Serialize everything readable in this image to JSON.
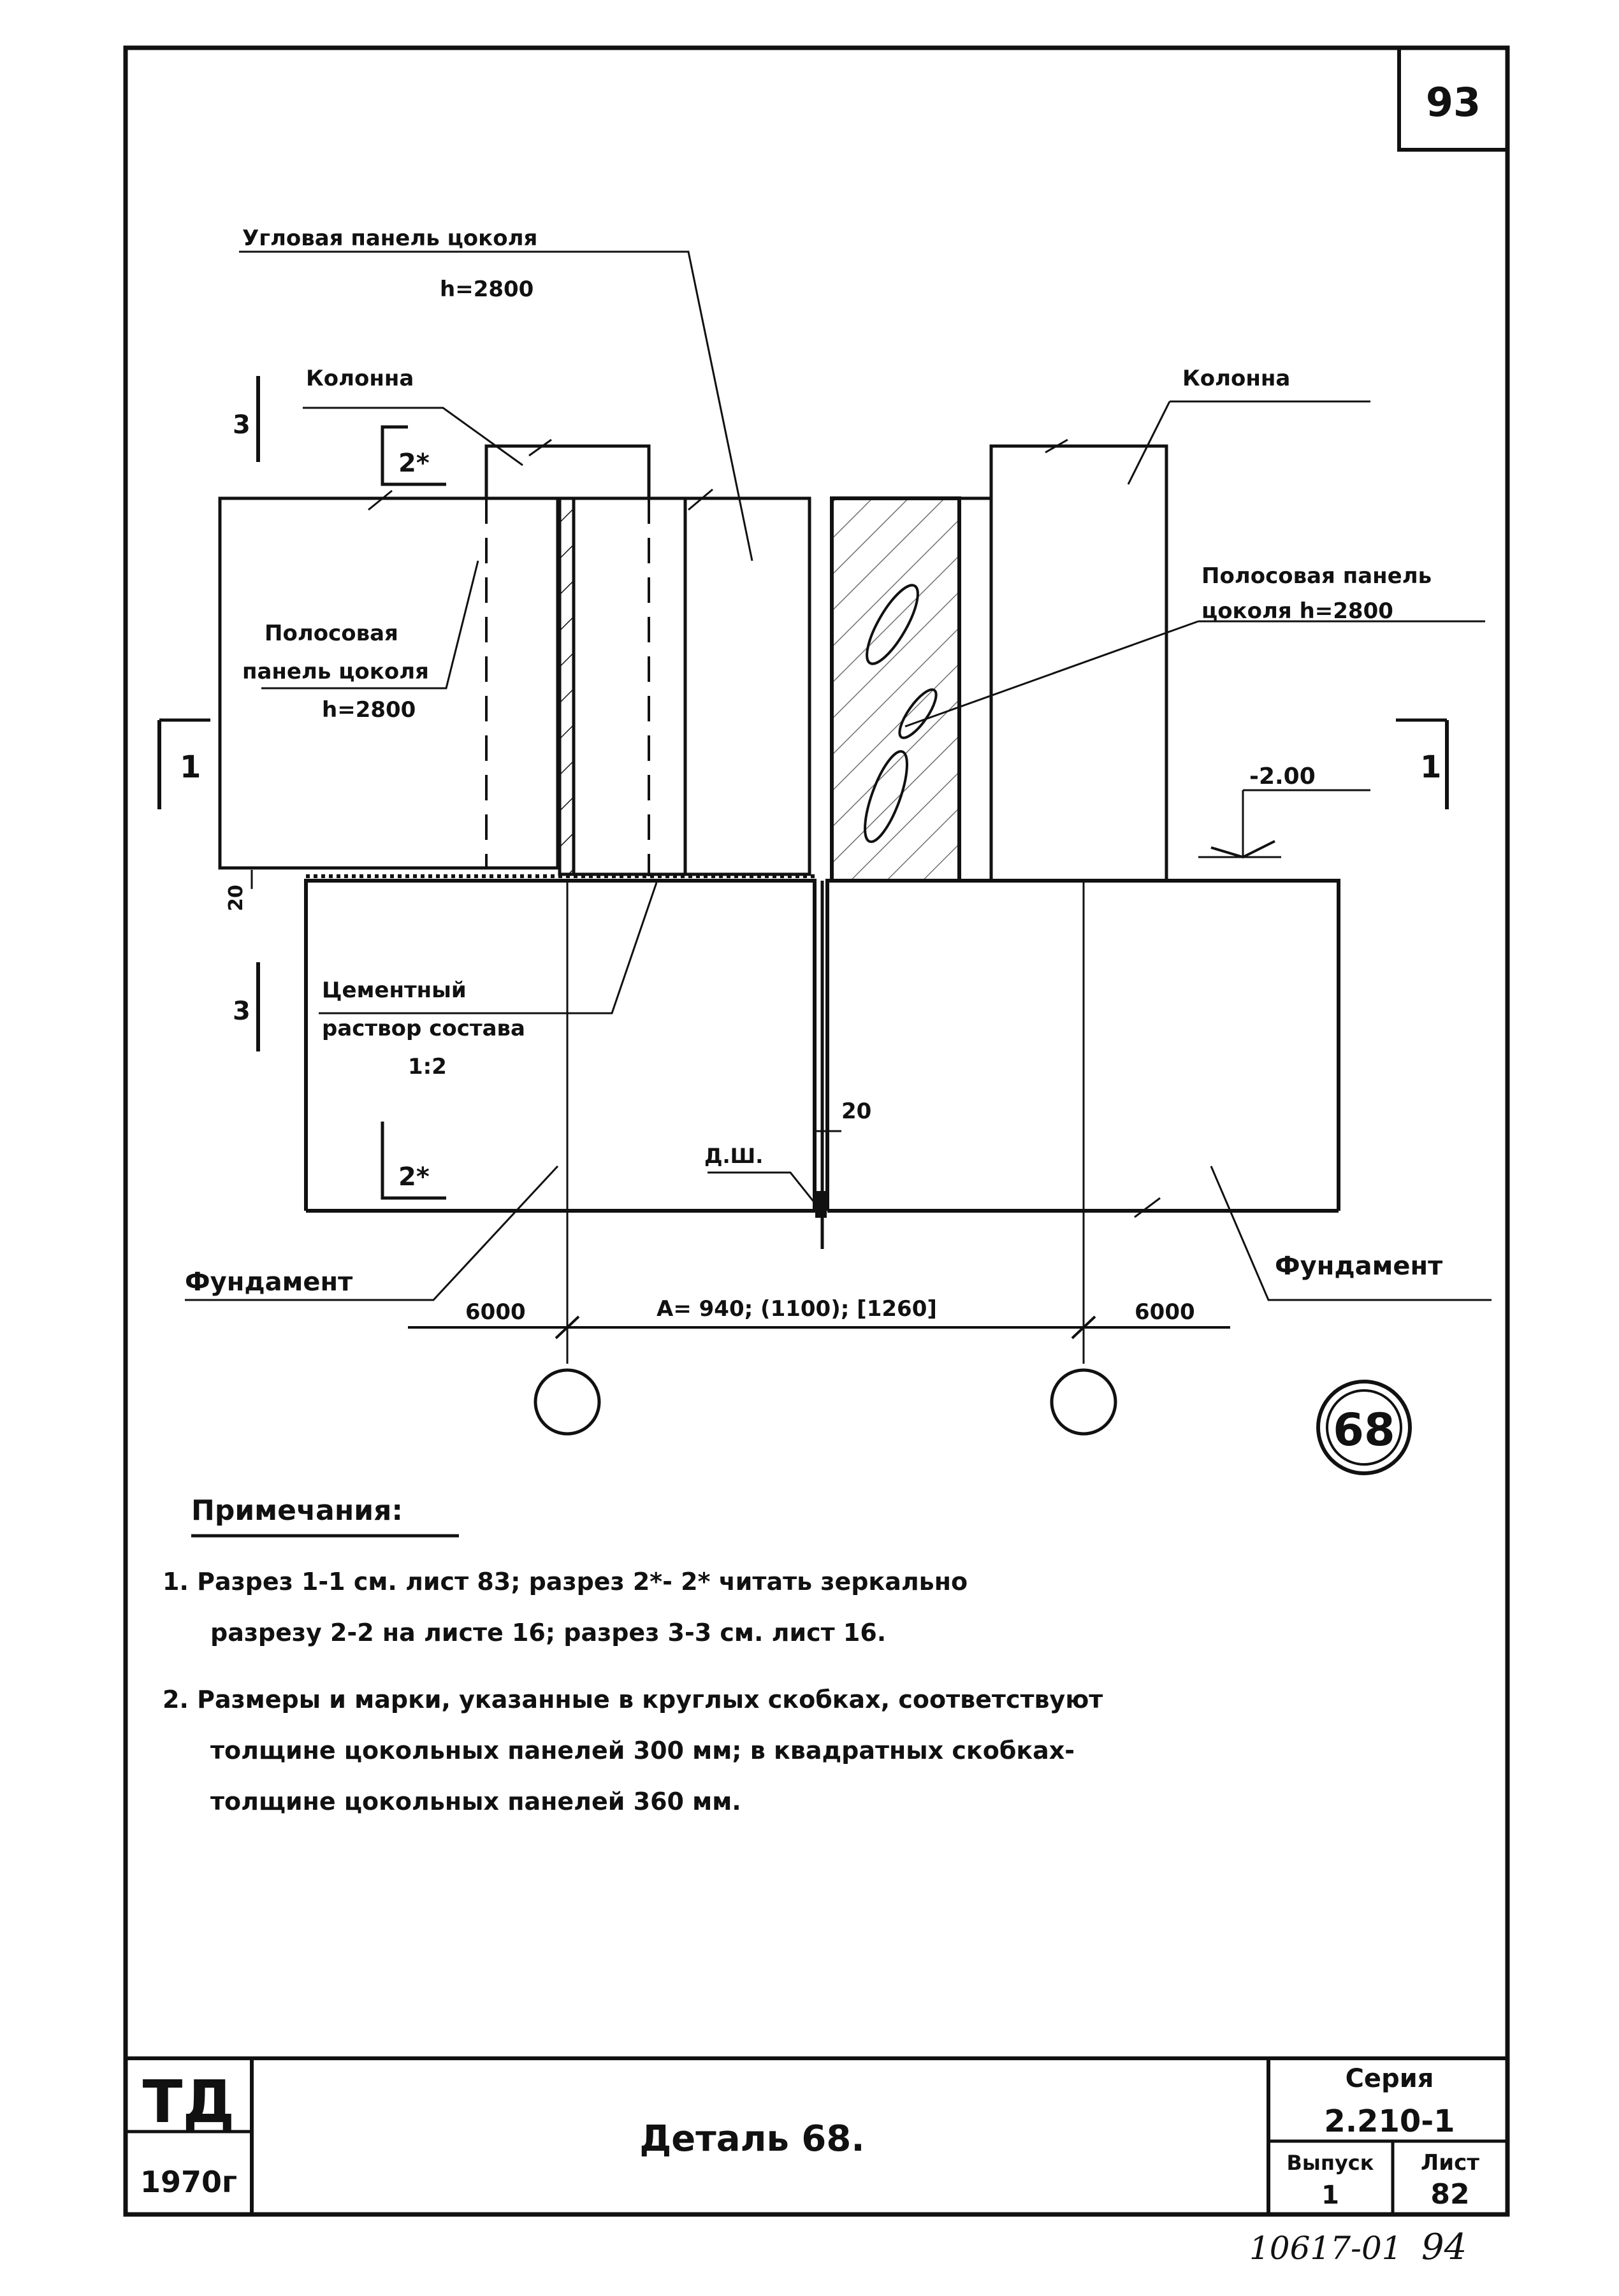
{
  "sheet_number": "93",
  "labels": {
    "corner_panel_line1": "Угловая панель цоколя",
    "corner_panel_line2": "h=2800",
    "column_left": "Колонна",
    "column_right": "Колонна",
    "strip_panel_left_line1": "Полосовая",
    "strip_panel_left_line2": "панель цоколя",
    "strip_panel_left_line3": "h=2800",
    "strip_panel_right_line1": "Полосовая панель",
    "strip_panel_right_line2": "цоколя   h=2800",
    "level": "-2.00",
    "mortar_line1": "Цементный",
    "mortar_line2": "раствор состава",
    "mortar_line3": "1:2",
    "dim_20_vertical": "20",
    "dim_20_gap": "20",
    "joint_mark": "Д.Ш.",
    "foundation_left": "Фундамент",
    "foundation_right": "Фундамент",
    "span_left": "6000",
    "span_center": "А= 940; (1100); [1260]",
    "span_right": "6000",
    "detail_number": "68"
  },
  "section_marks": {
    "s3_top": "3",
    "s2_top": "2*",
    "s1_left": "1",
    "s1_right": "1",
    "s3_bottom": "3",
    "s2_bottom": "2*"
  },
  "notes": {
    "title": "Примечания:",
    "n1_line1": "1. Разрез 1-1 см. лист 83; разрез 2*- 2* читать зеркально",
    "n1_line2": "разрезу 2-2 на листе 16; разрез 3-3 см. лист 16.",
    "n2_line1": "2. Размеры и марки, указанные в круглых скобках, соответствуют",
    "n2_line2": "толщине цокольных панелей 300 мм; в квадратных скобках-",
    "n2_line3": "толщине цокольных панелей 360 мм."
  },
  "title_block": {
    "org": "ТД",
    "year": "1970г",
    "title": "Деталь 68.",
    "series_label": "Серия",
    "series_value": "2.210-1",
    "issue_label": "Выпуск",
    "issue_value": "1",
    "sheet_label": "Лист",
    "sheet_value": "82"
  },
  "handwritten": {
    "doc_code": "10617-01",
    "page": "94"
  }
}
